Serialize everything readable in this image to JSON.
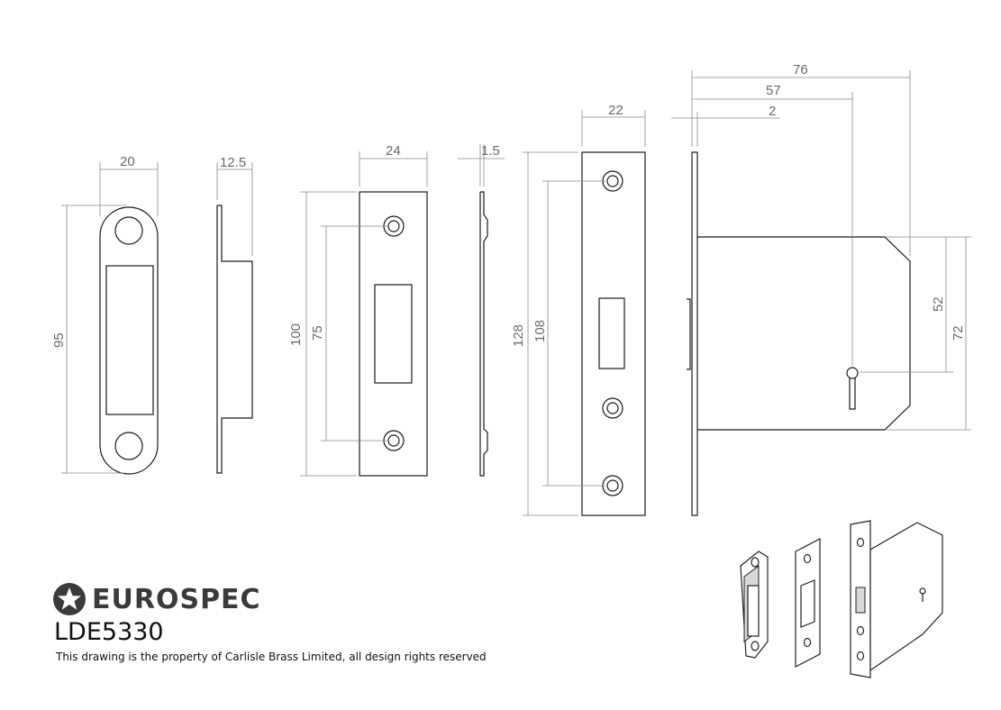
{
  "brand": {
    "name": "EUROSPEC",
    "logo_icon": "star-circle-icon"
  },
  "product": {
    "code": "LDE5330"
  },
  "notice": "This drawing is the property of Carlisle Brass Limited, all design rights reserved",
  "dimensions": {
    "strike_width": "20",
    "strike_height": "95",
    "strike_depth": "12.5",
    "keep_width": "24",
    "keep_height": "100",
    "keep_hole_centres": "75",
    "keep_thickness": "1.5",
    "forend_width": "22",
    "forend_height": "128",
    "forend_hole_centres": "108",
    "case_overall": "76",
    "backset": "57",
    "forend_offset": "2",
    "case_inner_height": "52",
    "case_height": "72"
  }
}
